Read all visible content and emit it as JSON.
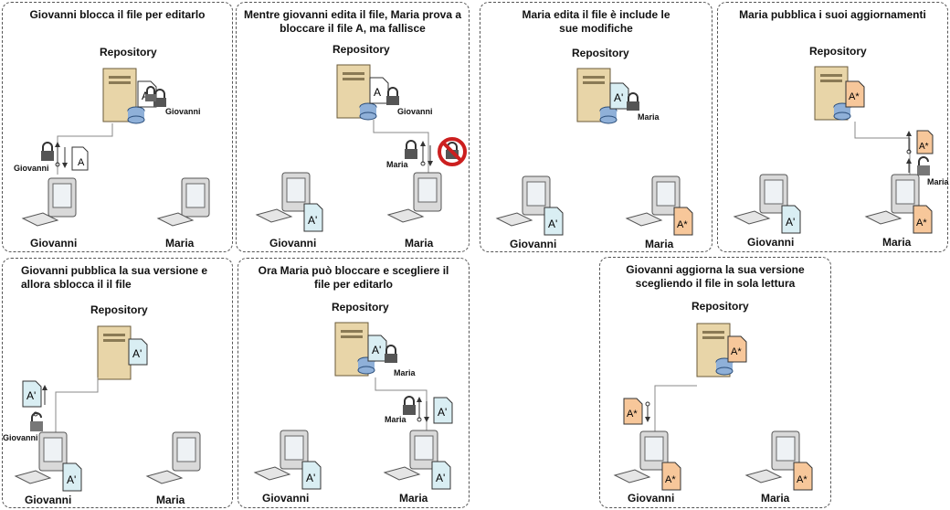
{
  "labels": {
    "repository": "Repository",
    "giovanni": "Giovanni",
    "maria": "Maria"
  },
  "files": {
    "original": "A",
    "edited_prime": "A'",
    "edited_star": "A*"
  },
  "colors": {
    "file_white": "#ffffff",
    "file_blue": "#d9eef3",
    "file_orange": "#f7c79a",
    "server": "#e8d5a8",
    "monitor": "#d9d9d9",
    "forbidden": "#cc1f1f"
  },
  "panels": [
    {
      "title": "Giovanni blocca il file per editarlo",
      "repo_file": "A",
      "repo_lock_owner": "Giovanni",
      "transfer_file": "A",
      "transfer_lock_owner": "Giovanni"
    },
    {
      "title": "Mentre giovanni edita il file,  Maria prova a bloccare il file A, ma fallisce",
      "repo_file": "A",
      "repo_lock_owner": "Giovanni",
      "transfer_lock_owner": "Maria",
      "giovanni_file": "A'"
    },
    {
      "title": "Maria edita il file è include le sue modifiche",
      "repo_file": "A'",
      "repo_lock_owner": "Maria",
      "giovanni_file": "A'",
      "maria_file": "A*"
    },
    {
      "title": "Maria pubblica i suoi aggiornamenti",
      "repo_file": "A*",
      "transfer_file": "A*",
      "transfer_lock_owner": "Maria",
      "giovanni_file": "A'",
      "maria_file": "A*"
    },
    {
      "title": "Giovanni pubblica la sua versione e allora sblocca il il file",
      "repo_file": "A'",
      "transfer_file": "A'",
      "transfer_lock_owner": "Giovanni",
      "giovanni_file": "A'"
    },
    {
      "title": "Ora Maria può bloccare e scegliere il file per editarlo",
      "repo_file": "A'",
      "repo_lock_owner": "Maria",
      "transfer_file": "A'",
      "transfer_lock_owner": "Maria",
      "giovanni_file": "A'",
      "maria_file": "A'"
    },
    {
      "title": "Giovanni  aggiorna la sua versione scegliendo il file in sola lettura",
      "repo_file": "A*",
      "transfer_file": "A*",
      "giovanni_file": "A*",
      "maria_file": "A*"
    }
  ]
}
